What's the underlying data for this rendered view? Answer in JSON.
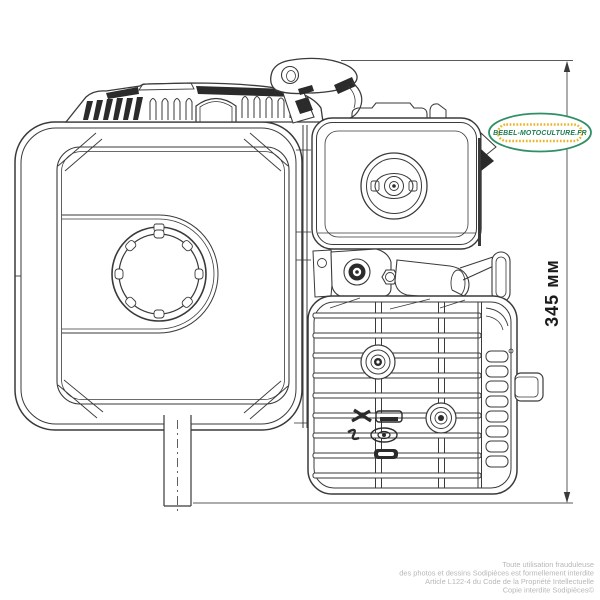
{
  "page": {
    "background": "#ffffff"
  },
  "drawing": {
    "subject": "engine-side-view-technical-drawing",
    "line_color": "#3a3a3a",
    "dark_fill": "#2b2b2b"
  },
  "dimension": {
    "label": "345 мм",
    "line_color": "#5a5a5a",
    "text_color": "#1b1b1b"
  },
  "badge": {
    "text": "BEBEL-MOTOCULTURE.FR",
    "border_color": "#2f9066",
    "text_color": "#1d7a52",
    "dots_color": "#edb424"
  },
  "footer": {
    "color": "#b7b7b7",
    "lines": [
      "Toute utilisation frauduleuse",
      "des photos et dessins Sodipièces est formellement interdite",
      "Article L122-4 du Code de la Propriété Intellectuelle",
      "Copie interdite Sodipièces©"
    ]
  }
}
